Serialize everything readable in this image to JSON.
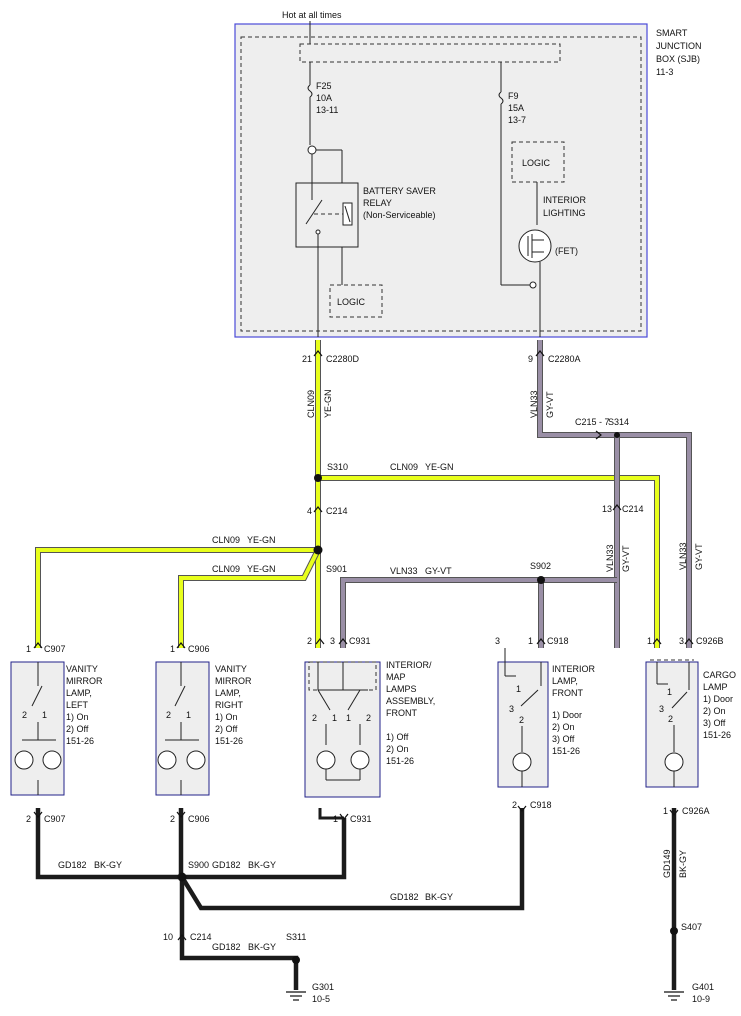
{
  "colors": {
    "ye_gn": "#e8ff1c",
    "gy_vt": "#9a8fa6",
    "bk_gy": "#1b1b1b",
    "wire_edge": "#555555",
    "box_fill": "#eeeeee",
    "sjb_border": "#4a4ad8",
    "comp_border": "#22228a"
  },
  "sjb": {
    "hot_label": "Hot at all times",
    "title_lines": [
      "SMART",
      "JUNCTION",
      "BOX (SJB)",
      "11-3"
    ],
    "f25": [
      "F25",
      "10A",
      "13-11"
    ],
    "f9": [
      "F9",
      "15A",
      "13-7"
    ],
    "relay": [
      "BATTERY SAVER",
      "RELAY",
      "(Non-Serviceable)"
    ],
    "logic": "LOGIC",
    "interior": [
      "INTERIOR",
      "LIGHTING"
    ],
    "fet": "(FET)"
  },
  "connectors": {
    "c2280d_pin": "21",
    "c2280d": "C2280D",
    "c2280a_pin": "9",
    "c2280a": "C2280A",
    "c215": "C215 - 7",
    "s314": "S314",
    "s310": "S310",
    "c214_pin_a": "4",
    "c214_a": "C214",
    "c214_pin_b": "13",
    "c214_b": "C214",
    "s901": "S901",
    "s902": "S902",
    "s900": "S900",
    "c214_pin_c": "10",
    "c214_c": "C214",
    "s311": "S311",
    "s407": "S407",
    "c907_top": "C907",
    "c907_top_pin": "1",
    "c906_top": "C906",
    "c906_top_pin": "1",
    "c931_top": "C931",
    "c931_pin2": "2",
    "c931_pin3": "3",
    "c918_top": "C918",
    "c918_pin3": "3",
    "c918_pin1": "1",
    "c926b": "C926B",
    "c926b_pin1": "1",
    "c926b_pin3": "3",
    "c907_bot": "C907",
    "c907_bot_pin": "2",
    "c906_bot": "C906",
    "c906_bot_pin": "2",
    "c931_bot": "C931",
    "c931_bot_pin": "1",
    "c918_bot": "C918",
    "c918_bot_pin": "2",
    "c926a": "C926A",
    "c926a_pin": "1"
  },
  "wires": {
    "cln09": "CLN09",
    "ye_gn": "YE-GN",
    "vln33": "VLN33",
    "gy_vt": "GY-VT",
    "gd182": "GD182",
    "bk_gy": "BK-GY",
    "gd149": "GD149"
  },
  "grounds": {
    "g301": [
      "G301",
      "10-5"
    ],
    "g401": [
      "G401",
      "10-9"
    ]
  },
  "components": {
    "vanity_left": [
      "VANITY",
      "MIRROR",
      "LAMP,",
      "LEFT",
      "1) On",
      "2) Off",
      "151-26"
    ],
    "vanity_right": [
      "VANITY",
      "MIRROR",
      "LAMP,",
      "RIGHT",
      "1) On",
      "2) Off",
      "151-26"
    ],
    "map_lamps": [
      "INTERIOR/",
      "MAP",
      "LAMPS",
      "ASSEMBLY,",
      "FRONT",
      "1) Off",
      "2) On",
      "151-26"
    ],
    "interior_front": [
      "INTERIOR",
      "LAMP,",
      "FRONT",
      "1) Door",
      "2) On",
      "3) Off",
      "151-26"
    ],
    "cargo": [
      "CARGO",
      "LAMP",
      "1) Door",
      "2) On",
      "3) Off",
      "151-26"
    ]
  },
  "switch_pins": {
    "left_2": "2",
    "left_1": "1",
    "right_2": "2",
    "right_1": "1",
    "map_2a": "2",
    "map_1a": "1",
    "map_1b": "1",
    "map_2b": "2",
    "front_3": "3",
    "front_1": "1",
    "front_2": "2",
    "cargo_3": "3",
    "cargo_1": "1",
    "cargo_2": "2"
  }
}
